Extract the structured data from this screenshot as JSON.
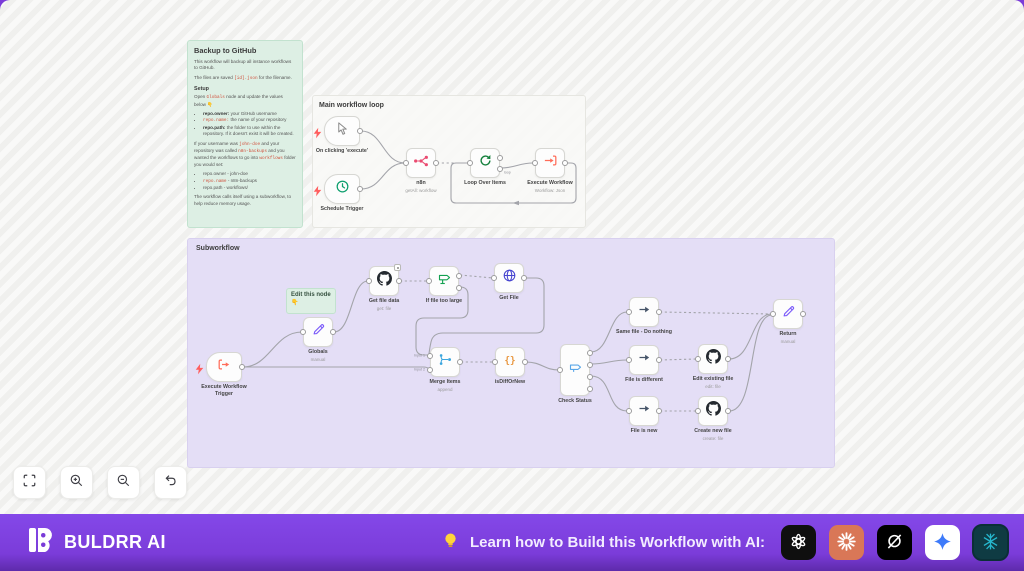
{
  "backup_note": {
    "title": "Backup to GitHub",
    "p1": [
      {
        "t": "text",
        "v": "This workflow will backup all instance workflows to GitHub."
      }
    ],
    "p2": [
      {
        "t": "text",
        "v": "The files are saved "
      },
      {
        "t": "code",
        "v": "[id].json"
      },
      {
        "t": "text",
        "v": " for the filename."
      }
    ],
    "setup_heading": "Setup",
    "setup_intro": [
      {
        "t": "text",
        "v": "Open "
      },
      {
        "t": "code",
        "v": "Globals"
      },
      {
        "t": "text",
        "v": " node and update the values below 👇"
      }
    ],
    "list1": [
      [
        {
          "t": "bold",
          "v": "repo.owner:"
        },
        {
          "t": "text",
          "v": " your GitHub username"
        }
      ],
      [
        {
          "t": "code",
          "v": "repo.name:"
        },
        {
          "t": "text",
          "v": " the name of your repository"
        }
      ],
      [
        {
          "t": "bold",
          "v": "repo.path:"
        },
        {
          "t": "text",
          "v": " the folder to use within the repository. If it doesn't exist it will be created."
        }
      ]
    ],
    "p3": [
      {
        "t": "text",
        "v": "If your username was "
      },
      {
        "t": "code",
        "v": "john-doe"
      },
      {
        "t": "text",
        "v": " and your repository was called "
      },
      {
        "t": "code",
        "v": "n8n-backups"
      },
      {
        "t": "text",
        "v": " and you wanted the workflows to go into "
      },
      {
        "t": "code",
        "v": "workflows"
      },
      {
        "t": "text",
        "v": " folder you would set:"
      }
    ],
    "list2": [
      [
        {
          "t": "text",
          "v": "repo.owner - john-doe"
        }
      ],
      [
        {
          "t": "code",
          "v": "repo.name"
        },
        {
          "t": "text",
          "v": " - n8n-backups"
        }
      ],
      [
        {
          "t": "text",
          "v": "repo.path - workflows/"
        }
      ]
    ],
    "p4": [
      {
        "t": "text",
        "v": "The workflow calls itself using a subworkflow, to help reduce memory usage."
      }
    ]
  },
  "main_loop": {
    "title": "Main workflow loop",
    "nodes": [
      {
        "label": "On clicking 'execute'",
        "icon": "cursor-icon"
      },
      {
        "label": "Schedule Trigger",
        "icon": "clock-icon"
      },
      {
        "label": "n8n",
        "sub": "getAll: workflow",
        "icon": "n8n-icon"
      },
      {
        "label": "Loop Over Items",
        "icon": "loop-icon",
        "loop_port_label": "loop"
      },
      {
        "label": "Execute Workflow",
        "sub": "Workflow: Json",
        "icon": "arrow-into-bracket-icon"
      }
    ]
  },
  "subworkflow": {
    "title": "Subworkflow",
    "edit_note": "Edit this node 👇",
    "nodes": [
      {
        "label": "Execute Workflow Trigger",
        "icon": "bracket-arrow-icon"
      },
      {
        "label": "Globals",
        "sub": "manual",
        "icon": "pencil-icon"
      },
      {
        "label": "Get file data",
        "sub": "get: file",
        "icon": "github-icon"
      },
      {
        "label": "If file too large",
        "icon": "signpost-icon"
      },
      {
        "label": "Get File",
        "icon": "globe-icon"
      },
      {
        "label": "Merge Items",
        "sub": "append",
        "icon": "merge-icon",
        "input_labels": [
          "Input 1",
          "Input 2"
        ]
      },
      {
        "label": "isDiffOrNew",
        "icon": "code-braces-icon"
      },
      {
        "label": "Check Status",
        "icon": "switch-icon"
      },
      {
        "label": "Same file - Do nothing",
        "icon": "arrow-right-icon"
      },
      {
        "label": "File is different",
        "icon": "arrow-right-icon"
      },
      {
        "label": "File is new",
        "icon": "arrow-right-icon"
      },
      {
        "label": "Edit existing file",
        "sub": "edit: file",
        "icon": "github-icon"
      },
      {
        "label": "Create new file",
        "sub": "create: file",
        "icon": "github-icon"
      },
      {
        "label": "Return",
        "sub": "manual",
        "icon": "pencil-icon"
      }
    ]
  },
  "controls": {
    "icons": [
      "fit-view-icon",
      "zoom-in-icon",
      "zoom-out-icon",
      "undo-icon"
    ]
  },
  "footer": {
    "brand": "BULDRR AI",
    "cta": "Learn how to Build this Workflow with AI:",
    "bulb_icon": "bulb-icon",
    "tools": [
      "ChatGPT",
      "Claude",
      "Grok",
      "Gemini",
      "Perplexity"
    ]
  },
  "colors": {
    "accent_purple": "#7a3bd8",
    "sticky_green": "#ddefe4",
    "sticky_purple": "#e4def6",
    "code_red": "#d0503c",
    "n8n_pink": "#ea4b71",
    "connector_gray": "#a3a4aa",
    "claude_coral": "#d97757",
    "gemini_blue": "#3e7bfa",
    "perplexity_teal": "#26b8ce"
  }
}
